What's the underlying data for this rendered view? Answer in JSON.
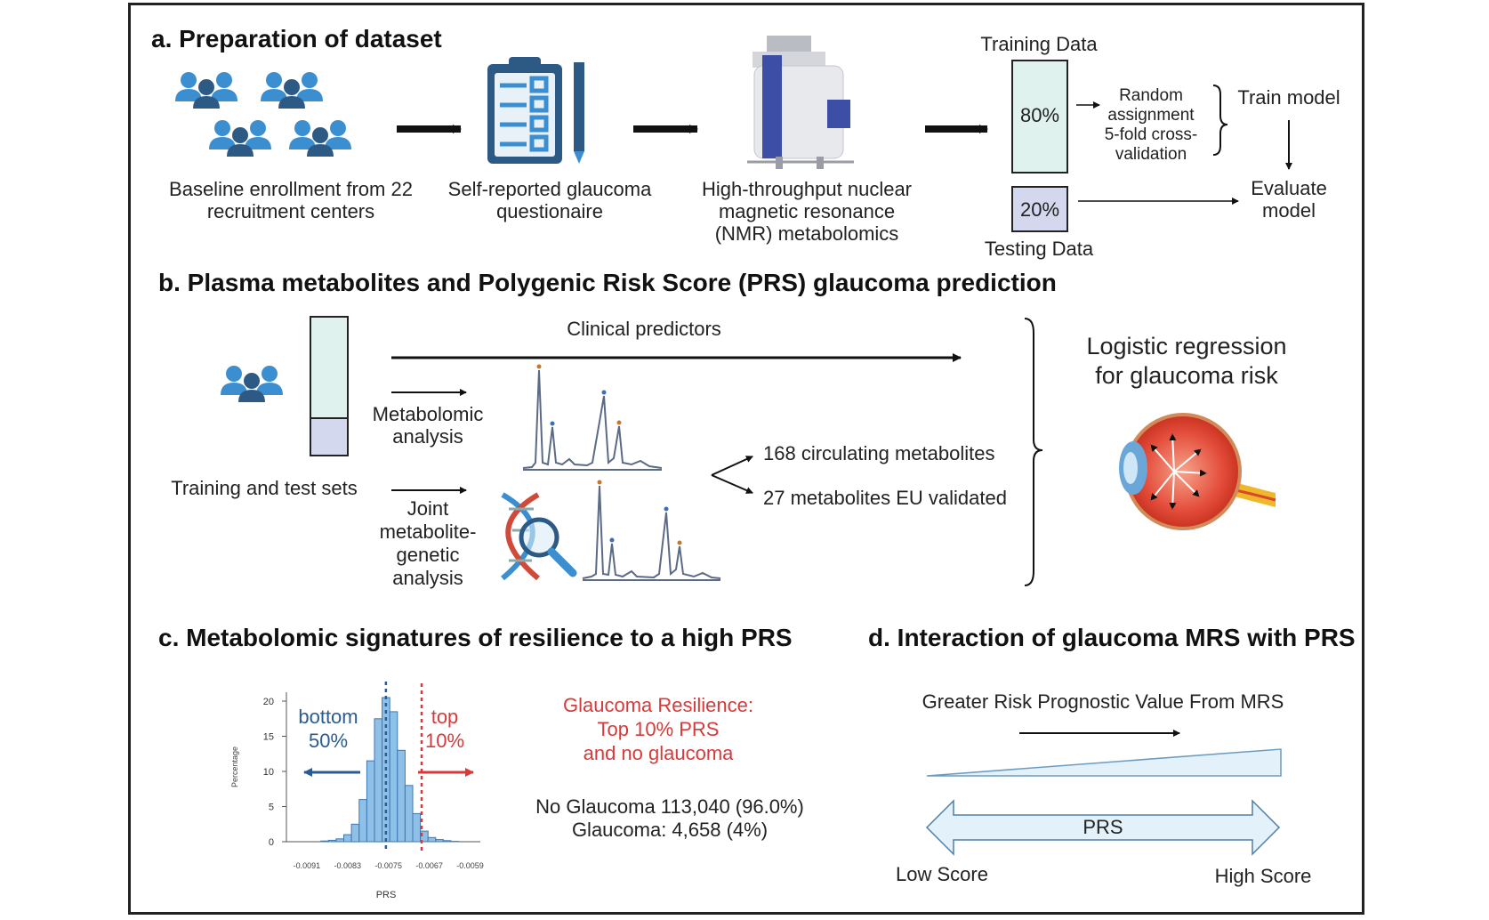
{
  "sections": {
    "a": "a. Preparation of dataset",
    "b": "b. Plasma metabolites and Polygenic Risk Score (PRS) glaucoma prediction",
    "c": "c. Metabolomic signatures of resilience to a high PRS",
    "d": "d. Interaction of glaucoma MRS with PRS"
  },
  "a": {
    "enroll": [
      "Baseline enrollment from 22",
      "recruitment centers"
    ],
    "questionnaire": [
      "Self-reported glaucoma",
      "questionaire"
    ],
    "nmr": [
      "High-throughput nuclear",
      "magnetic resonance",
      "(NMR) metabolomics"
    ],
    "training_data": "Training Data",
    "testing_data": "Testing Data",
    "pct_train": "80%",
    "pct_test": "20%",
    "random": [
      "Random",
      "assignment",
      "5-fold cross-",
      "validation"
    ],
    "train_model": "Train model",
    "evaluate": [
      "Evaluate",
      "model"
    ]
  },
  "b": {
    "clinical": "Clinical predictors",
    "metabolomic": [
      "Metabolomic",
      "analysis"
    ],
    "train_test": "Training and test sets",
    "joint": [
      "Joint",
      "metabolite-",
      "genetic",
      "analysis"
    ],
    "m168": "168 circulating metabolites",
    "m27": "27 metabolites EU validated",
    "logistic": [
      "Logistic regression",
      "for glaucoma risk"
    ]
  },
  "c": {
    "bottom": [
      "bottom",
      "50%"
    ],
    "top": [
      "top",
      "10%"
    ],
    "resilience": [
      "Glaucoma Resilience:",
      "Top 10% PRS",
      "and no glaucoma"
    ],
    "counts": [
      "No Glaucoma 113,040 (96.0%)",
      "Glaucoma: 4,658 (4%)"
    ]
  },
  "d": {
    "greater": "Greater Risk Prognostic Value From MRS",
    "prs": "PRS",
    "low": "Low Score",
    "high": "High Score"
  },
  "colors": {
    "people": "#3b8fd0",
    "people_dark": "#2c5a85",
    "train_fill": "#dff2ee",
    "test_fill": "#d3d8ef",
    "accent_red": "#d63a3a",
    "accent_blue": "#2a5b91",
    "hist_fill": "#8ec0e8"
  },
  "chart_data": {
    "type": "bar",
    "xlabel": "PRS",
    "ylabel": "Percentage",
    "ylim": [
      0,
      20
    ],
    "yticks": [
      0,
      5,
      10,
      15,
      20
    ],
    "xticks": [
      "-0.0091",
      "-0.0083",
      "-0.0075",
      "-0.0067",
      "-0.0059"
    ],
    "bins": [
      -0.00875,
      -0.0086,
      -0.00845,
      -0.0083,
      -0.00815,
      -0.008,
      -0.00785,
      -0.0077,
      -0.00755,
      -0.0074,
      -0.00725,
      -0.0071,
      -0.00695,
      -0.0068,
      -0.00665,
      -0.0065,
      -0.00635,
      -0.0062
    ],
    "values": [
      0.1,
      0.2,
      0.4,
      1.0,
      2.5,
      6.0,
      11.5,
      17.5,
      20.5,
      18.5,
      13.0,
      8.0,
      4.0,
      1.5,
      0.6,
      0.3,
      0.15,
      0.05
    ],
    "median": -0.00755,
    "top10_cut": -0.00685
  }
}
